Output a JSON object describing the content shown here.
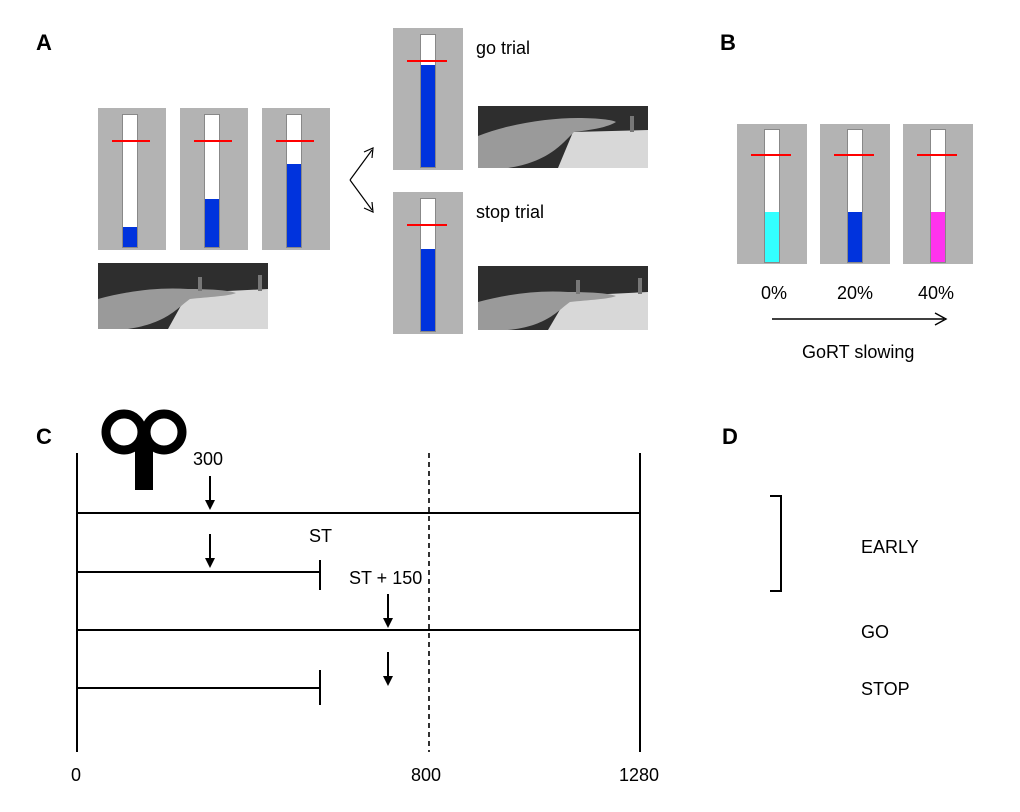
{
  "panels": {
    "a": "A",
    "b": "B",
    "c": "C",
    "d": "D"
  },
  "panel_a": {
    "go_label": "go trial",
    "stop_label": "stop trial",
    "fill_levels": [
      0.15,
      0.36,
      0.63
    ],
    "go_fill": 0.77,
    "stop_fill": 0.62,
    "target_level": 0.77,
    "bar_color": "#0033dd",
    "target_color": "#ff0000"
  },
  "panel_b": {
    "bars": [
      {
        "label": "0%",
        "color": "#33ffff",
        "fill": 0.38
      },
      {
        "label": "20%",
        "color": "#0033dd",
        "fill": 0.38
      },
      {
        "label": "40%",
        "color": "#ff33ee",
        "fill": 0.38
      }
    ],
    "axis_label": "GoRT slowing"
  },
  "panel_c": {
    "cue_300": "300",
    "cue_st": "ST",
    "cue_st150": "ST + 150",
    "ticks": [
      "0",
      "800",
      "1280"
    ]
  },
  "panel_d": {
    "early": "EARLY",
    "go": "GO",
    "stop": "STOP"
  },
  "icons": {
    "timer": "clock-key-icon",
    "arrow": "down-arrow-icon"
  }
}
